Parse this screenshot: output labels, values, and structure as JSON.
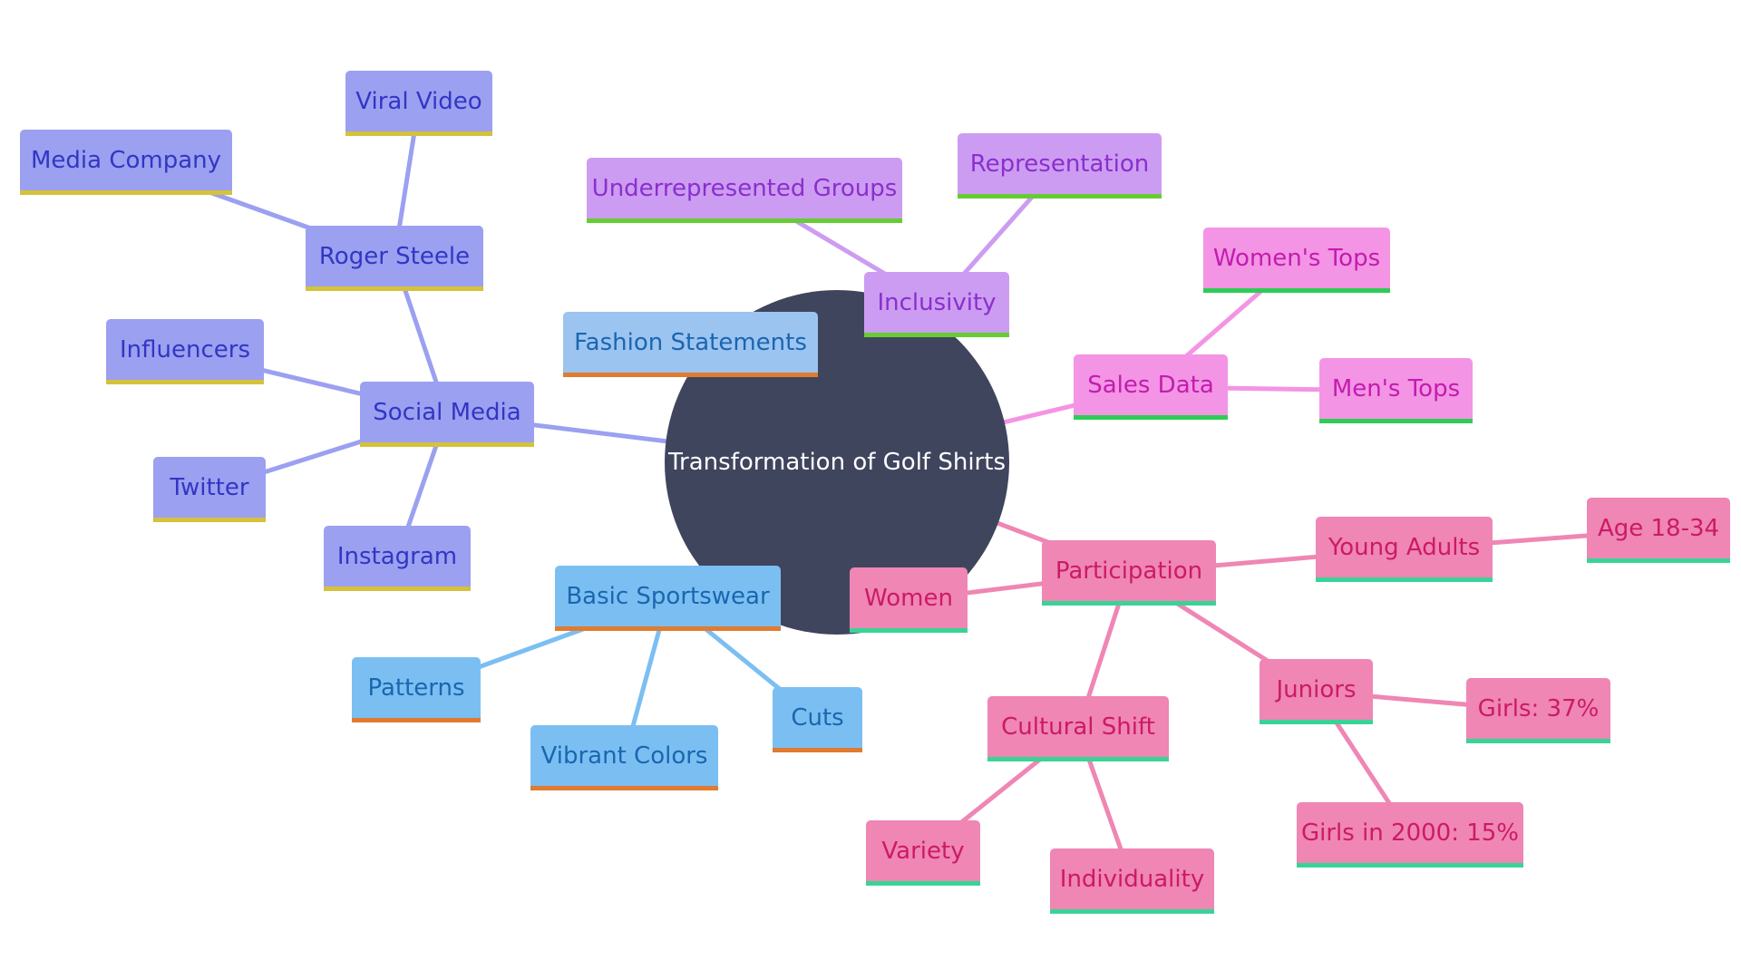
{
  "diagram": {
    "root": {
      "label": "Transformation of Golf Shirts",
      "color": "#40455e"
    },
    "themes": {
      "social": {
        "fill": "#9ba0f0",
        "text": "#3236c4",
        "bar": "#d4c23a",
        "edge": "#9ba0f0"
      },
      "basic": {
        "fill": "#7bbff2",
        "text": "#1a66b0",
        "bar": "#e07b30",
        "edge": "#7bbff2"
      },
      "fashion": {
        "fill": "#9cc4f0",
        "text": "#1a66b0",
        "bar": "#e07b30",
        "edge": "#9cc4f0"
      },
      "incl": {
        "fill": "#cc9cf2",
        "text": "#8a2fcc",
        "bar": "#66cc33",
        "edge": "#cc9cf2"
      },
      "sales": {
        "fill": "#f494e4",
        "text": "#c21cb0",
        "bar": "#2ecc55",
        "edge": "#f494e4"
      },
      "part": {
        "fill": "#ef86b4",
        "text": "#cc1a66",
        "bar": "#38d497",
        "edge": "#ef86b4"
      }
    },
    "nodes": [
      {
        "id": "social-media",
        "label": "Social Media",
        "theme": "social"
      },
      {
        "id": "roger-steele",
        "label": "Roger Steele",
        "theme": "social"
      },
      {
        "id": "viral-video",
        "label": "Viral Video",
        "theme": "social"
      },
      {
        "id": "media-company",
        "label": "Media Company",
        "theme": "social"
      },
      {
        "id": "influencers",
        "label": "Influencers",
        "theme": "social"
      },
      {
        "id": "twitter",
        "label": "Twitter",
        "theme": "social"
      },
      {
        "id": "instagram",
        "label": "Instagram",
        "theme": "social"
      },
      {
        "id": "fashion-statements",
        "label": "Fashion Statements",
        "theme": "fashion"
      },
      {
        "id": "basic-sportswear",
        "label": "Basic Sportswear",
        "theme": "basic"
      },
      {
        "id": "patterns",
        "label": "Patterns",
        "theme": "basic"
      },
      {
        "id": "vibrant-colors",
        "label": "Vibrant Colors",
        "theme": "basic"
      },
      {
        "id": "cuts",
        "label": "Cuts",
        "theme": "basic"
      },
      {
        "id": "inclusivity",
        "label": "Inclusivity",
        "theme": "incl"
      },
      {
        "id": "underrepresented-groups",
        "label": "Underrepresented Groups",
        "theme": "incl"
      },
      {
        "id": "representation",
        "label": "Representation",
        "theme": "incl"
      },
      {
        "id": "sales-data",
        "label": "Sales Data",
        "theme": "sales"
      },
      {
        "id": "womens-tops",
        "label": "Women's Tops",
        "theme": "sales"
      },
      {
        "id": "mens-tops",
        "label": "Men's Tops",
        "theme": "sales"
      },
      {
        "id": "participation",
        "label": "Participation",
        "theme": "part"
      },
      {
        "id": "women",
        "label": "Women",
        "theme": "part"
      },
      {
        "id": "young-adults",
        "label": "Young Adults",
        "theme": "part"
      },
      {
        "id": "age-18-34",
        "label": "Age 18-34",
        "theme": "part"
      },
      {
        "id": "juniors",
        "label": "Juniors",
        "theme": "part"
      },
      {
        "id": "girls-37",
        "label": "Girls: 37%",
        "theme": "part"
      },
      {
        "id": "girls-2000-15",
        "label": "Girls in 2000: 15%",
        "theme": "part"
      },
      {
        "id": "cultural-shift",
        "label": "Cultural Shift",
        "theme": "part"
      },
      {
        "id": "variety",
        "label": "Variety",
        "theme": "part"
      },
      {
        "id": "individuality",
        "label": "Individuality",
        "theme": "part"
      }
    ],
    "edges": [
      [
        "root",
        "social-media"
      ],
      [
        "social-media",
        "roger-steele"
      ],
      [
        "roger-steele",
        "viral-video"
      ],
      [
        "roger-steele",
        "media-company"
      ],
      [
        "social-media",
        "influencers"
      ],
      [
        "social-media",
        "twitter"
      ],
      [
        "social-media",
        "instagram"
      ],
      [
        "root",
        "fashion-statements"
      ],
      [
        "root",
        "basic-sportswear"
      ],
      [
        "basic-sportswear",
        "patterns"
      ],
      [
        "basic-sportswear",
        "vibrant-colors"
      ],
      [
        "basic-sportswear",
        "cuts"
      ],
      [
        "root",
        "inclusivity"
      ],
      [
        "inclusivity",
        "underrepresented-groups"
      ],
      [
        "inclusivity",
        "representation"
      ],
      [
        "root",
        "sales-data"
      ],
      [
        "sales-data",
        "womens-tops"
      ],
      [
        "sales-data",
        "mens-tops"
      ],
      [
        "root",
        "participation"
      ],
      [
        "participation",
        "women"
      ],
      [
        "participation",
        "young-adults"
      ],
      [
        "young-adults",
        "age-18-34"
      ],
      [
        "participation",
        "juniors"
      ],
      [
        "juniors",
        "girls-37"
      ],
      [
        "juniors",
        "girls-2000-15"
      ],
      [
        "participation",
        "cultural-shift"
      ],
      [
        "cultural-shift",
        "variety"
      ],
      [
        "cultural-shift",
        "individuality"
      ]
    ]
  }
}
